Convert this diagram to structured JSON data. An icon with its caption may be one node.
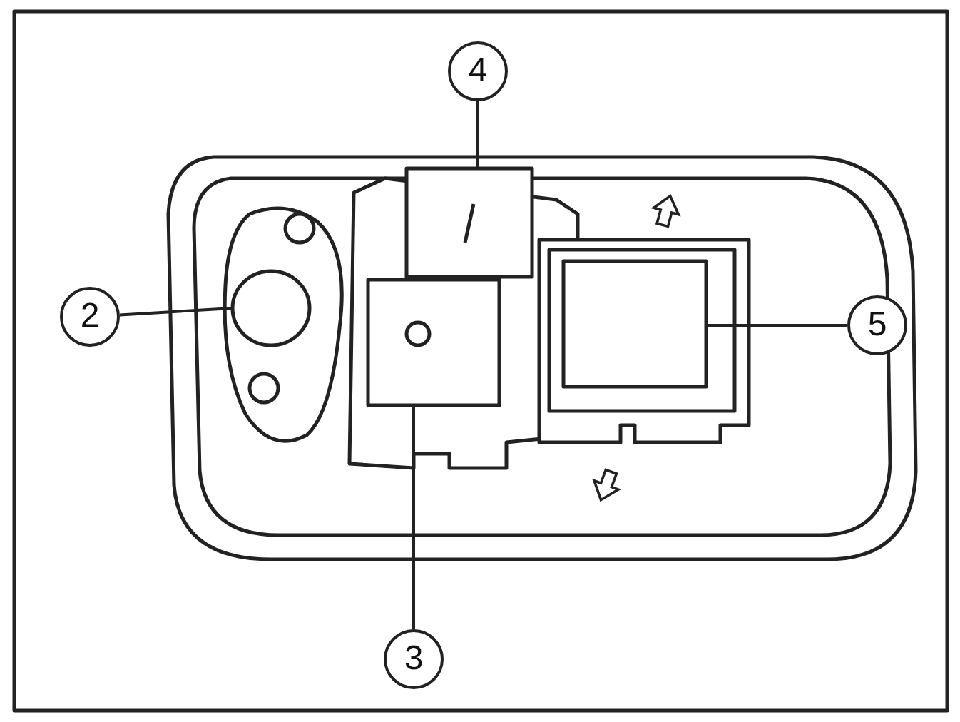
{
  "diagram": {
    "nodes": [
      {
        "text": [
          "4"
        ]
      },
      {
        "text": [],
        "shape": "box"
      },
      {
        "text": [
          "2"
        ]
      },
      {
        "text": [],
        "shape": "circle"
      },
      {
        "text": [
          "5"
        ]
      },
      {
        "text": [],
        "shape": "box"
      },
      {
        "text": [
          "3"
        ]
      },
      {
        "text": [],
        "shape": "box"
      }
    ],
    "edges": [
      {
        "from": 0,
        "to": 1,
        "arrow": "none"
      },
      {
        "from": 2,
        "to": 3,
        "arrow": "none"
      },
      {
        "from": 4,
        "to": 5,
        "arrow": "none"
      },
      {
        "from": 6,
        "to": 7,
        "arrow": "none"
      }
    ]
  }
}
